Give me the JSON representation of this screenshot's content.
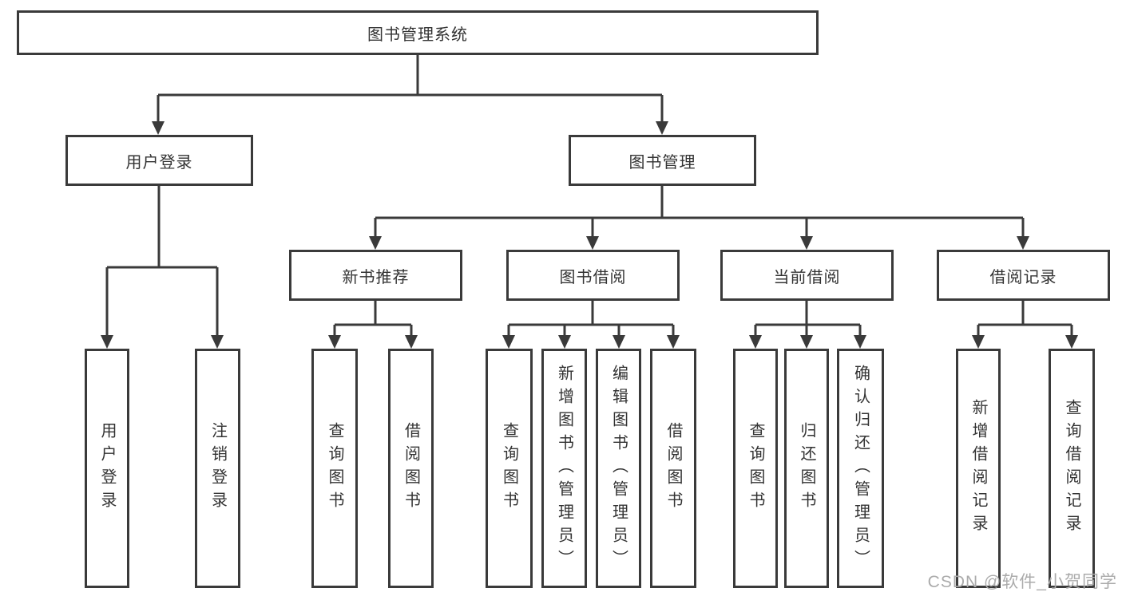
{
  "nodes": {
    "root": "图书管理系统",
    "level2": [
      "用户登录",
      "图书管理"
    ],
    "level3": [
      "新书推荐",
      "图书借阅",
      "当前借阅",
      "借阅记录"
    ],
    "level4": {
      "userLogin": [
        "用户登录",
        "注销登录"
      ],
      "newBook": [
        "查询图书",
        "借阅图书"
      ],
      "bookBorrow": [
        "查询图书",
        "新增图书（管理员）",
        "编辑图书（管理员）",
        "借阅图书"
      ],
      "currentBorrow": [
        "查询图书",
        "归还图书",
        "确认归还（管理员）"
      ],
      "borrowRecords": [
        "新增借阅记录",
        "查询借阅记录"
      ]
    }
  },
  "watermark": "CSDN @软件_小贺同学",
  "colors": {
    "line": "#3a3a3a",
    "text": "#333333",
    "watermark": "#ababab",
    "background": "#ffffff"
  }
}
